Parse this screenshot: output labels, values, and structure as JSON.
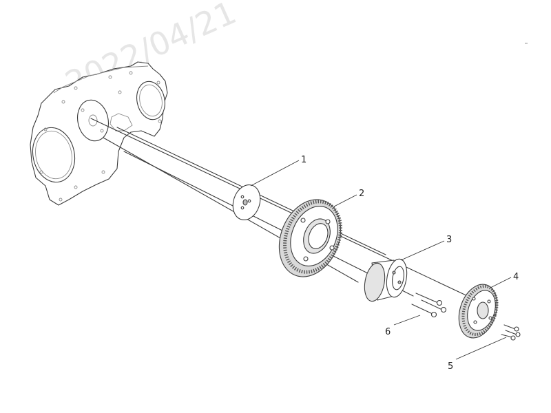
{
  "watermark": {
    "text": "2022/04/21"
  },
  "callouts": [
    {
      "id": "1",
      "label": "1",
      "part": "thrust-washer"
    },
    {
      "id": "2",
      "label": "2",
      "part": "idler-gear-large"
    },
    {
      "id": "3",
      "label": "3",
      "part": "hub-bushing"
    },
    {
      "id": "4",
      "label": "4",
      "part": "idler-gear-small"
    },
    {
      "id": "5",
      "label": "5",
      "part": "short-bolts"
    },
    {
      "id": "6",
      "label": "6",
      "part": "long-bolts"
    }
  ],
  "colors": {
    "line": "#3a3a3a",
    "background": "#ffffff",
    "shade": "#e4e4e4"
  }
}
